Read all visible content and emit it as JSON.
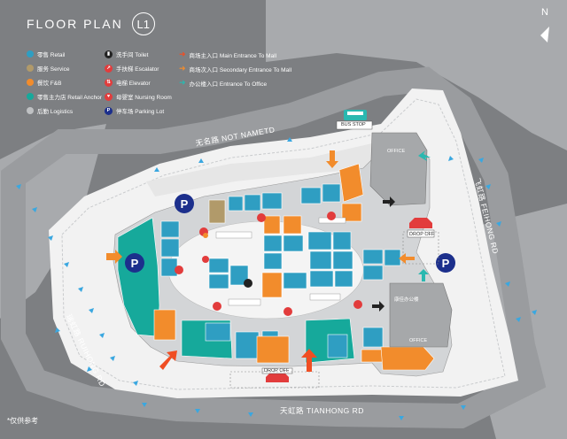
{
  "header": {
    "title": "FLOOR PLAN",
    "floor": "L1"
  },
  "compass": {
    "label": "N"
  },
  "legend": {
    "categories": [
      {
        "label": "零售 Retail",
        "color": "#2f9ec2"
      },
      {
        "label": "服务 Service",
        "color": "#b19a6a"
      },
      {
        "label": "餐饮 F&B",
        "color": "#f28c2c"
      },
      {
        "label": "零售主力店 Retail Anchor",
        "color": "#16a99b"
      },
      {
        "label": "后勤 Logistics",
        "color": "#bfc1c3"
      }
    ],
    "facilities": [
      {
        "label": "洗手间 Toilet",
        "icon": "toilet-icon"
      },
      {
        "label": "手扶梯 Escalator",
        "icon": "escalator-icon"
      },
      {
        "label": "电梯 Elevator",
        "icon": "elevator-icon"
      },
      {
        "label": "母婴室 Nursing Room",
        "icon": "nursing-room-icon"
      },
      {
        "label": "停车场 Parking Lot",
        "icon": "parking-icon"
      }
    ],
    "entrances": [
      {
        "label": "商场主入口 Main Entrance To Mall",
        "color": "#f04e23"
      },
      {
        "label": "商场次入口 Secondary Entrance To Mall",
        "color": "#f28c2c"
      },
      {
        "label": "办公楼入口 Entrance To Office",
        "color": "#2ab8b0"
      }
    ]
  },
  "roads": {
    "north": "无名路 NOT NAMETD",
    "east": "飞虹路 FEIHONG RD",
    "west": "瑞虹路 RUIHONG RD",
    "south": "天虹路 TIANHONG RD"
  },
  "labels": {
    "bus_stop": "BUS STOP",
    "office_north": "OFFICE",
    "office_south": "OFFICE",
    "drop_off": "DROP OFF",
    "office_lobby": "康佳办公楼"
  },
  "note": "*仅供参考",
  "colors": {
    "retail": "#2f9ec2",
    "service": "#b19a6a",
    "fnb": "#f28c2c",
    "anchor": "#16a99b",
    "logistics": "#bfc1c3",
    "road": "#7d7f82",
    "plaza": "#f2f2f2",
    "main_entrance": "#f04e23",
    "office_entrance": "#2ab8b0",
    "parking": "#1c2f8c",
    "car": "#e23c3c"
  }
}
